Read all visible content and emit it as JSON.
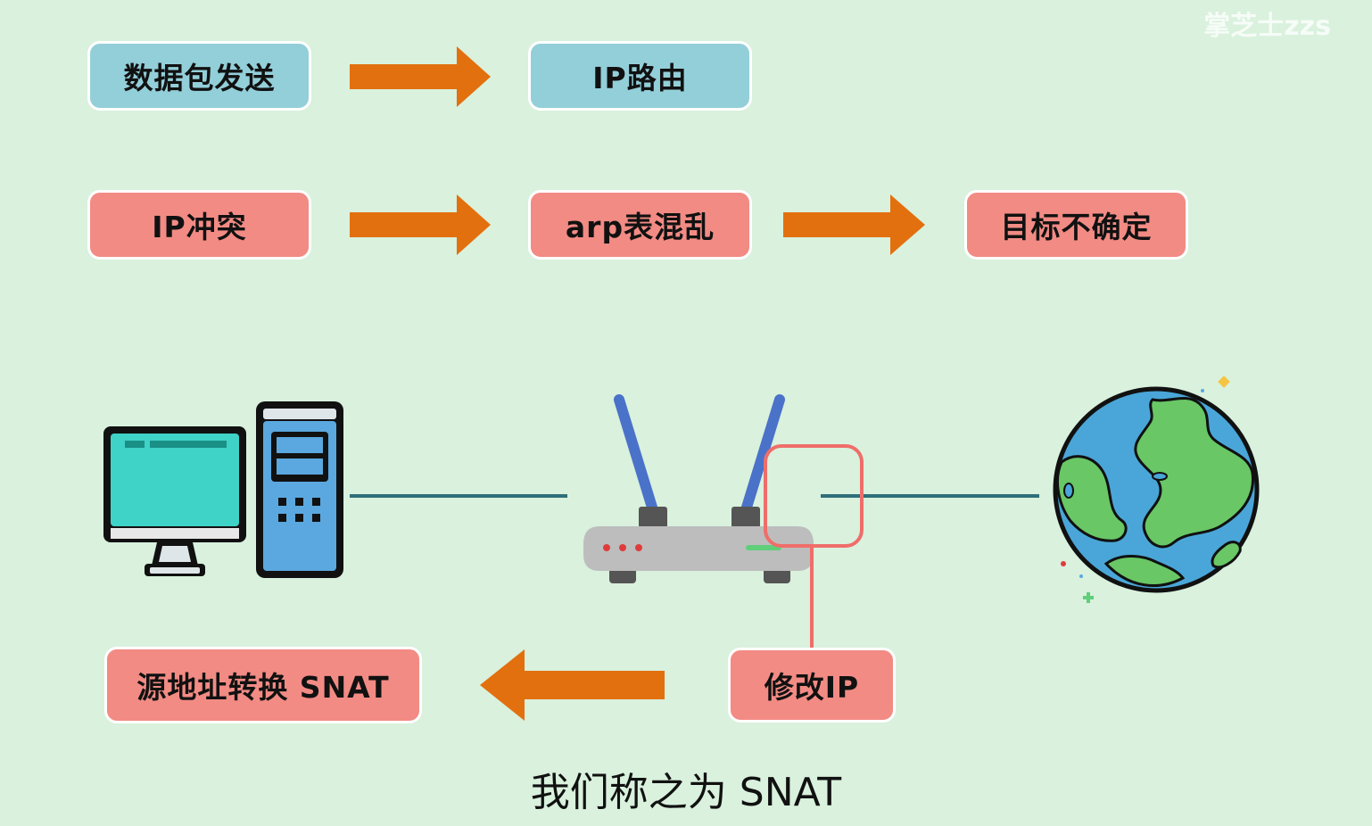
{
  "watermark": "掌芝士zzs",
  "row1": {
    "send": "数据包发送",
    "route": "IP路由"
  },
  "row2": {
    "conflict": "IP冲突",
    "arp": "arp表混乱",
    "target": "目标不确定"
  },
  "bottom": {
    "snat_box": "源地址转换 SNAT",
    "modify_ip": "修改IP"
  },
  "caption": "我们称之为 SNAT",
  "colors": {
    "background": "#d9f1dd",
    "blue_box": "#93cfd9",
    "red_box": "#f28b84",
    "arrow": "#e2700f",
    "link_line": "#2e6f7a",
    "highlight": "#ef6e6a"
  },
  "icons": [
    "computer-icon",
    "router-icon",
    "globe-icon"
  ]
}
